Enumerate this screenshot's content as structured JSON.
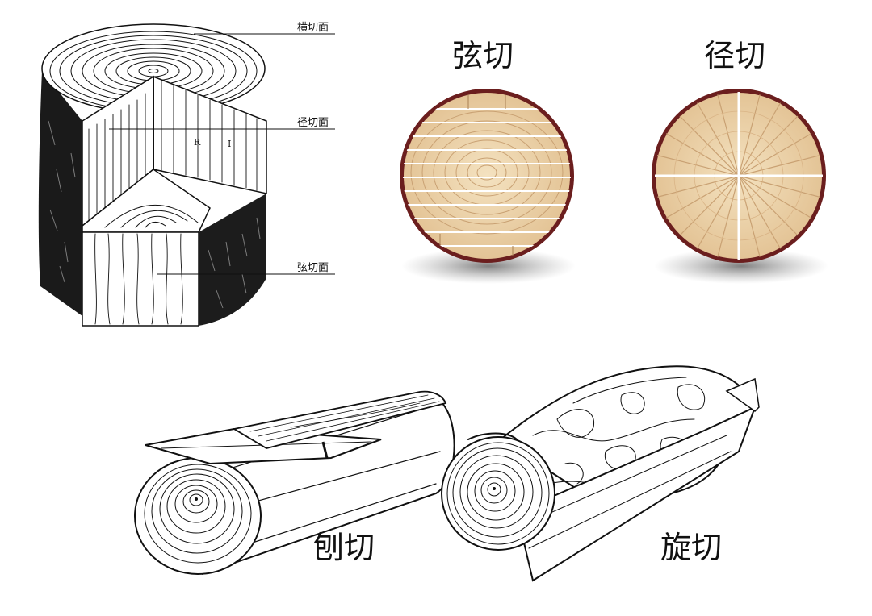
{
  "top_left": {
    "labels": {
      "cross_section": "横切面",
      "radial_section": "径切面",
      "tangential_section": "弦切面"
    },
    "inner_marks": {
      "r": "R",
      "i": "I"
    }
  },
  "top_right": {
    "tangential_cut_title": "弦切",
    "radial_cut_title": "径切"
  },
  "bottom": {
    "planing_cut_title": "刨切",
    "rotary_cut_title": "旋切"
  },
  "colors": {
    "ink": "#111111",
    "wood_light": "#f0d8b0",
    "wood_mid": "#e2c192",
    "bark": "#6b1e1e",
    "ring_line": "#c9a173",
    "shadow": "#9a9a9a"
  }
}
